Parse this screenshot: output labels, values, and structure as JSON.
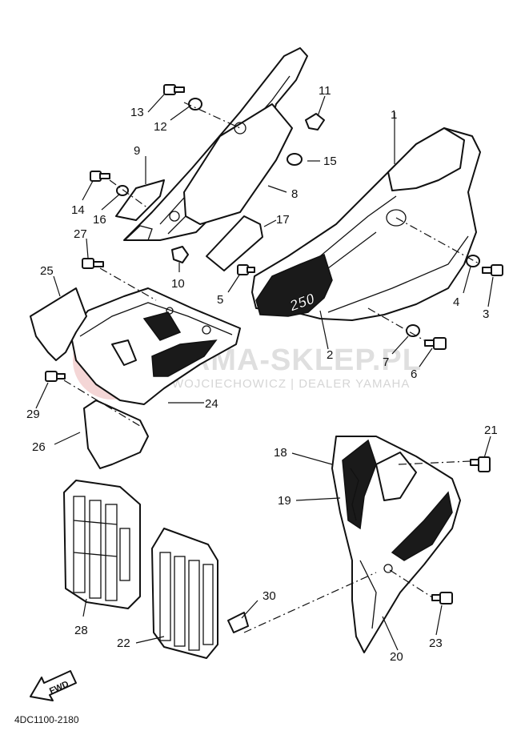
{
  "diagram": {
    "figure_code": "4DC1100-2180",
    "fwd_label": "FWD",
    "logo_number": "250",
    "watermark": {
      "title": "YAMA-SKLEP.PL",
      "subtitle": "WOJCIECHOWICZ | DEALER YAMAHA",
      "color": "#e08a8a"
    },
    "callouts": {
      "c1": "1",
      "c2": "2",
      "c3": "3",
      "c4": "4",
      "c5": "5",
      "c6": "6",
      "c7": "7",
      "c8": "8",
      "c9": "9",
      "c10": "10",
      "c11": "11",
      "c12": "12",
      "c13": "13",
      "c14": "14",
      "c15": "15",
      "c16": "16",
      "c17": "17",
      "c18": "18",
      "c19": "19",
      "c20": "20",
      "c21": "21",
      "c22": "22",
      "c23": "23",
      "c24": "24",
      "c25": "25",
      "c26": "26",
      "c27": "27",
      "c28": "28",
      "c29": "29",
      "c30": "30"
    }
  }
}
